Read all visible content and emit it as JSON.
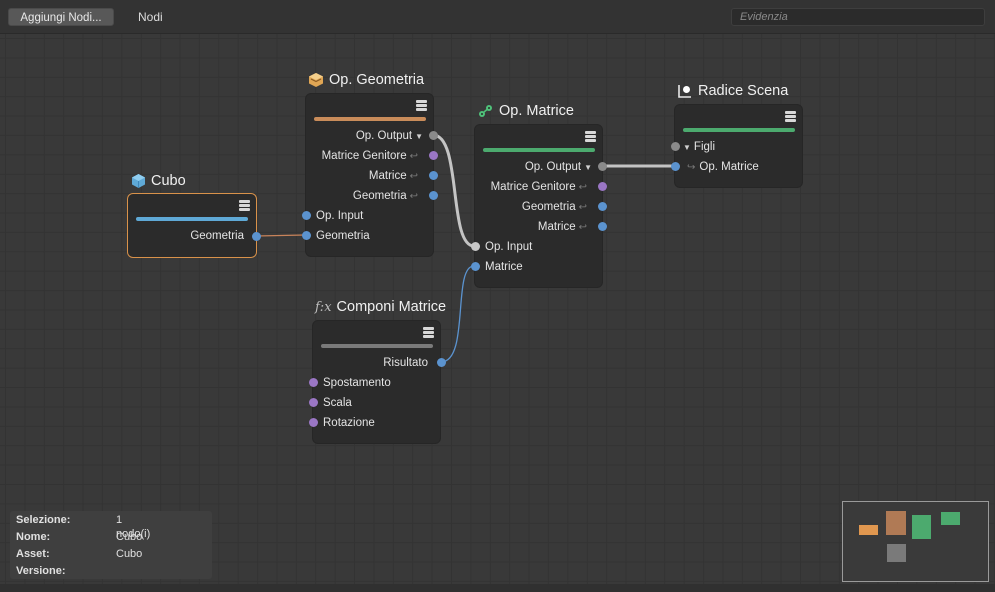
{
  "toolbar": {
    "add_nodes_label": "Aggiungi Nodi...",
    "nodes_tab": "Nodi",
    "search_placeholder": "Evidenzia"
  },
  "nodes": {
    "cubo": {
      "title": "Cubo",
      "icon": "cube-icon",
      "bar_color": "#5fa9d6",
      "outputs": [
        "Geometria"
      ]
    },
    "op_geometria": {
      "title": "Op. Geometria",
      "icon": "geometry-op-icon",
      "bar_color": "#c98c5a",
      "outputs": [
        "Op. Output",
        "Matrice Genitore",
        "Matrice",
        "Geometria"
      ],
      "inputs": [
        "Op. Input",
        "Geometria"
      ]
    },
    "op_matrice": {
      "title": "Op. Matrice",
      "icon": "matrix-op-icon",
      "bar_color": "#4caa6e",
      "outputs": [
        "Op. Output",
        "Matrice Genitore",
        "Geometria",
        "Matrice"
      ],
      "inputs": [
        "Op. Input",
        "Matrice"
      ]
    },
    "radice_scena": {
      "title": "Radice Scena",
      "icon": "scene-root-icon",
      "bar_color": "#4caa6e",
      "inputs": [
        "Figli",
        "Op. Matrice"
      ]
    },
    "componi_matrice": {
      "title": "Componi Matrice",
      "icon": "function-icon",
      "bar_color": "#7a7a7a",
      "outputs": [
        "Risultato"
      ],
      "inputs": [
        "Spostamento",
        "Scala",
        "Rotazione"
      ]
    }
  },
  "info_panel": {
    "rows": [
      {
        "label": "Selezione:",
        "value": "1 nodo(i)"
      },
      {
        "label": "Nome:",
        "value": "Cubo"
      },
      {
        "label": "Asset:",
        "value": "Cubo"
      },
      {
        "label": "Versione:",
        "value": ""
      }
    ]
  },
  "colors": {
    "selected_border": "#d9924a",
    "port_blue": "#5b93cf",
    "port_purple": "#9a76c4",
    "wire_orange": "#c8835a",
    "wire_blue": "#5b93cf",
    "wire_gray": "#c4c4c4"
  }
}
